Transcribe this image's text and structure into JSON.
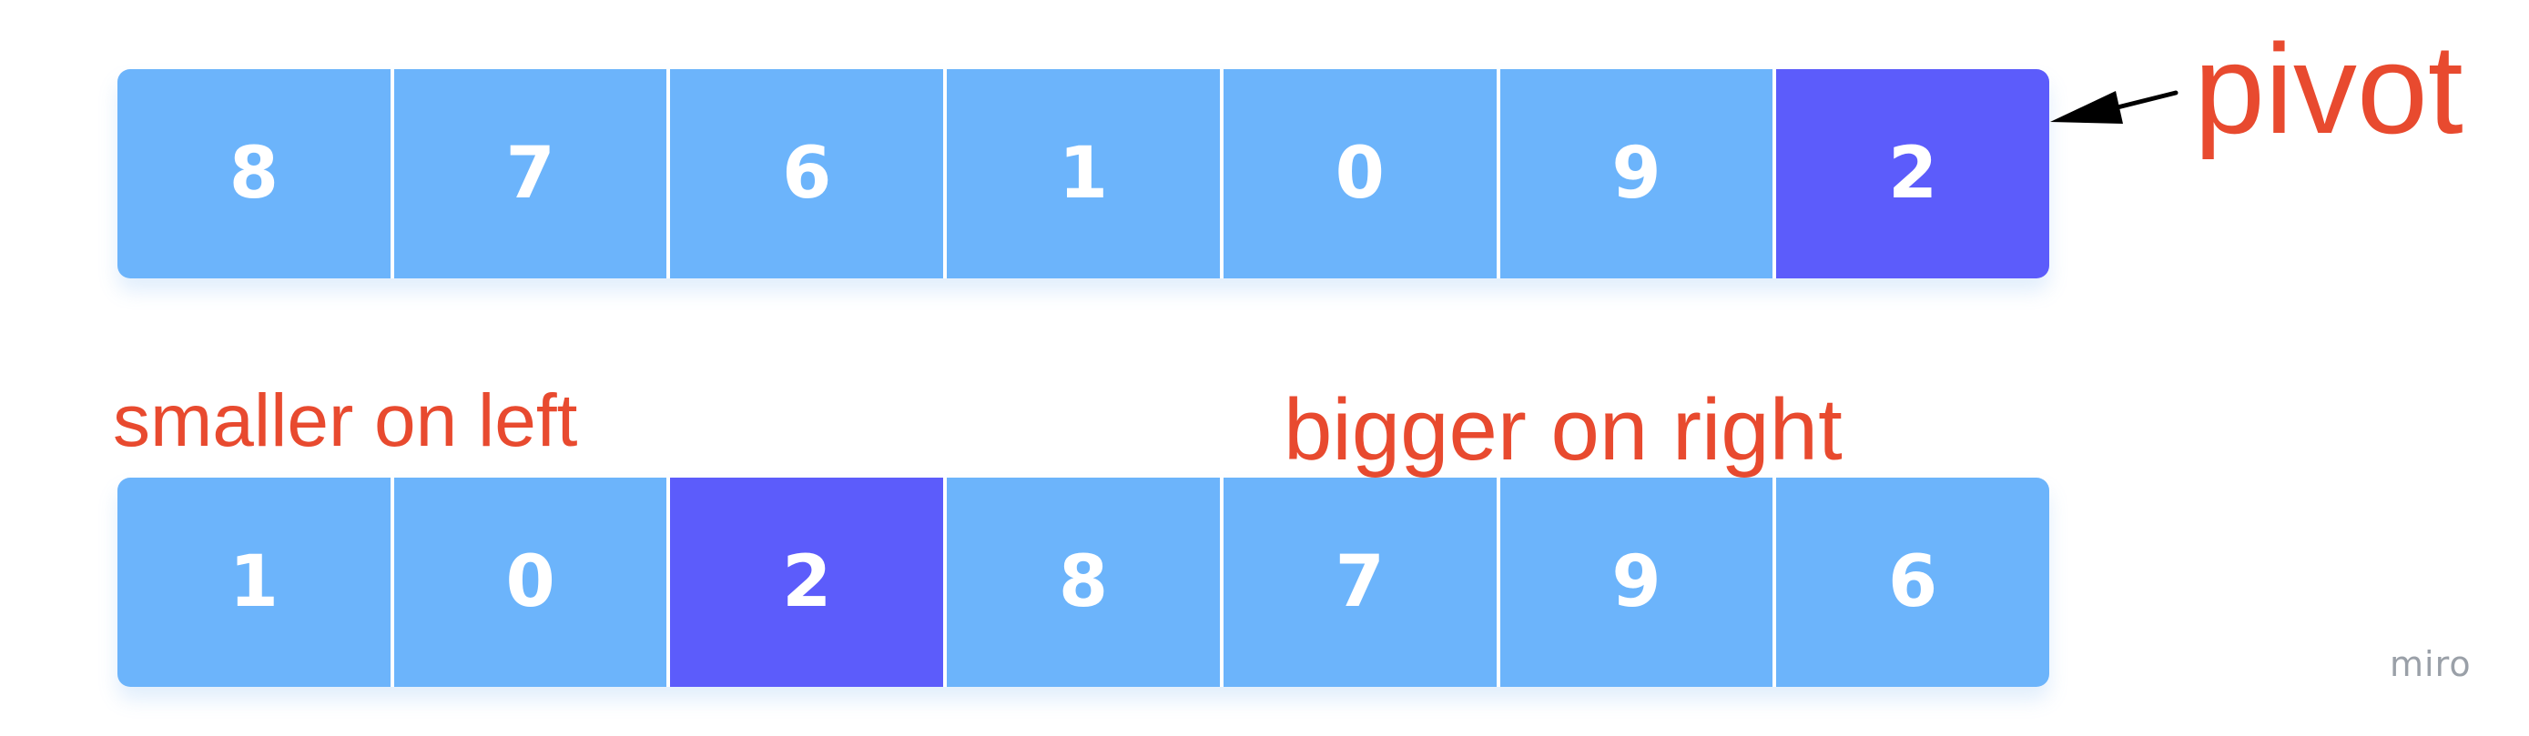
{
  "top_array": {
    "cells": [
      {
        "value": "8",
        "pivot": false
      },
      {
        "value": "7",
        "pivot": false
      },
      {
        "value": "6",
        "pivot": false
      },
      {
        "value": "1",
        "pivot": false
      },
      {
        "value": "0",
        "pivot": false
      },
      {
        "value": "9",
        "pivot": false
      },
      {
        "value": "2",
        "pivot": true
      }
    ]
  },
  "bottom_array": {
    "cells": [
      {
        "value": "1",
        "pivot": false
      },
      {
        "value": "0",
        "pivot": false
      },
      {
        "value": "2",
        "pivot": true
      },
      {
        "value": "8",
        "pivot": false
      },
      {
        "value": "7",
        "pivot": false
      },
      {
        "value": "9",
        "pivot": false
      },
      {
        "value": "6",
        "pivot": false
      }
    ]
  },
  "annotations": {
    "pivot": "pivot",
    "smaller": "smaller on left",
    "bigger": "bigger on right"
  },
  "watermark": "miro",
  "colors": {
    "cell": "#6cb4fb",
    "pivot_cell": "#5c5cfb",
    "annotation": "#e84a2f",
    "arrow": "#000000"
  },
  "icons": {
    "pivot_arrow": "arrow-left-icon"
  }
}
